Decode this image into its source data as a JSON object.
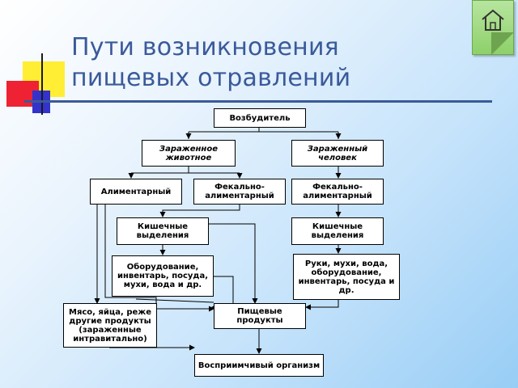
{
  "title": "Пути возникновения пищевых отравлений",
  "colors": {
    "title": "#3a5a9a",
    "rule": "#3a5a99",
    "home_button": "#a8df8b",
    "box_border": "#000000",
    "arrow": "#000000"
  },
  "icons": {
    "home": "home-icon"
  },
  "nodes": {
    "pathogen": "Возбудитель",
    "infected_animal": "Зараженное\nживотное",
    "infected_human": "Зараженный\nчеловек",
    "alimentary": "Алиментарный",
    "fecal_alimentary_1": "Фекально-\nалиментарный",
    "fecal_alimentary_2": "Фекально-\nалиментарный",
    "intestinal_1": "Кишечные\nвыделения",
    "intestinal_2": "Кишечные\nвыделения",
    "equipment": "Оборудование,\nинвентарь, посуда,\nмухи, вода и др.",
    "hands": "Руки, мухи, вода,\nоборудование,\nинвентарь, посуда и\nдр.",
    "meat_eggs": "Мясо, яйца, реже\nдругие продукты\n(зараженные\nинтравитально)",
    "food_products": "Пищевые\nпродукты",
    "susceptible": "Восприимчивый организм"
  }
}
